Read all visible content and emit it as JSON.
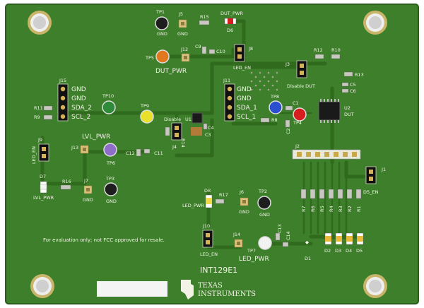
{
  "board": {
    "name": "INT129E1",
    "disclaimer": "For evaluation only; not FCC approved for resale.",
    "brand_line1": "TEXAS",
    "brand_line2": "INSTRUMENTS",
    "colors": {
      "pcb": "#3d7f2a",
      "trace": "#2f6a1d",
      "silk": "#f2f2e6"
    }
  },
  "labels": {
    "tp1": "TP1",
    "j5": "J5",
    "gnd": "GND",
    "r15": "R15",
    "dut_pwr_top": "DUT_PWR",
    "d6": "D6",
    "tp5": "TP5",
    "j12": "J12",
    "c9": "C9",
    "c10": "C10",
    "dut_pwr": "DUT_PWR",
    "j8": "J8",
    "led_en_j8": "LED_EN",
    "j3": "J3",
    "disable_dut": "Disable DUT",
    "r12": "R12",
    "r10": "R10",
    "r13": "R13",
    "c5": "C5",
    "c6": "C6",
    "j15": "J15",
    "j15_p1": "GND",
    "j15_p2": "GND",
    "j15_p3": "SDA_2",
    "j15_p4": "SCL_2",
    "r11": "R11",
    "r9": "R9",
    "tp10": "TP10",
    "tp9": "TP9",
    "disable": "Disable",
    "u1": "U1",
    "c3": "C3",
    "c4": "C4",
    "r14": "R14",
    "j4": "J4",
    "j11": "J11",
    "j11_p1": "GND",
    "j11_p2": "GND",
    "j11_p3": "SDA_1",
    "j11_p4": "SCL_1",
    "tp8": "TP8",
    "c1": "C1",
    "r8": "R8",
    "tp4": "TP4",
    "c2": "C2",
    "u2": "U2",
    "dut": "DUT",
    "j9": "J9",
    "led_en_j9": "LED_EN",
    "lvl_pwr": "LVL_PWR",
    "j13": "J13",
    "tp6": "TP6",
    "c12": "C12",
    "c11": "C11",
    "j2": "J2",
    "j1": "J1",
    "d5_en": "D5_EN",
    "d7": "D7",
    "lvl_pwr_d7": "LVL_PWR",
    "r16": "R16",
    "j7": "J7",
    "tp3": "TP3",
    "d8": "D8",
    "r17": "R17",
    "led_pwr_d8": "LED_PWR",
    "j6": "J6",
    "tp2": "TP2",
    "r_bank": [
      "R7",
      "R6",
      "R5",
      "R4",
      "R3",
      "R2",
      "R1"
    ],
    "j10": "J10",
    "led_en_j10": "LED_EN",
    "j14": "J14",
    "tp7": "TP7",
    "led_pwr": "LED_PWR",
    "c13": "C13",
    "c14": "C14",
    "d1": "D1",
    "d2": "D2",
    "d3": "D3",
    "d4": "D4",
    "d5": "D5"
  }
}
